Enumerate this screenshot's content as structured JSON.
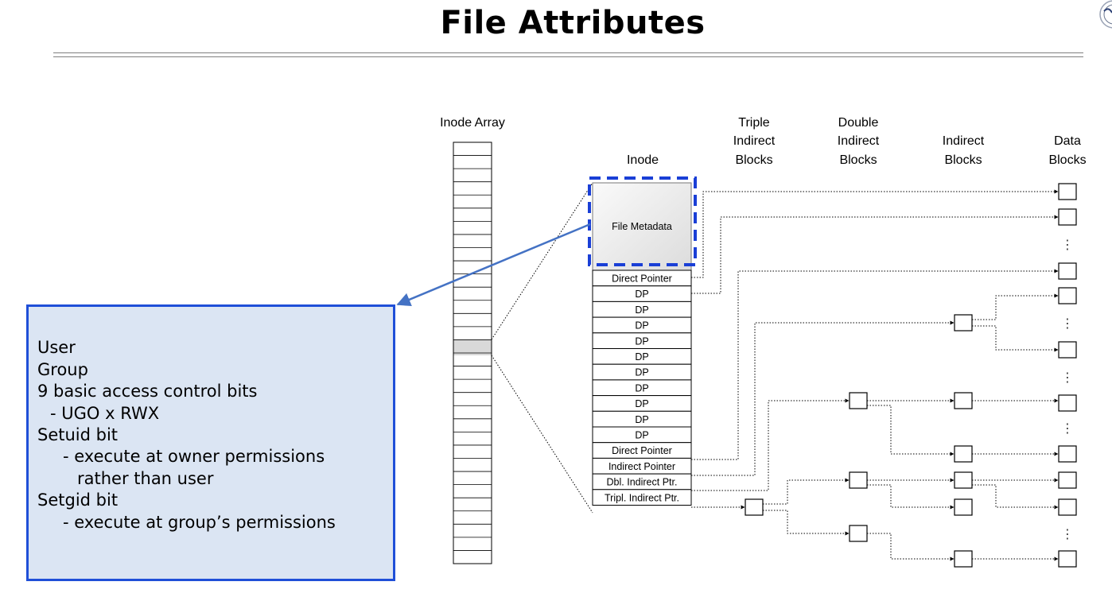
{
  "title": "File Attributes",
  "diagram": {
    "headers": {
      "inode_array": "Inode Array",
      "inode": "Inode",
      "triple": [
        "Triple",
        "Indirect",
        "Blocks"
      ],
      "double": [
        "Double",
        "Indirect",
        "Blocks"
      ],
      "indirect": [
        "Indirect",
        "Blocks"
      ],
      "data": [
        "Data",
        "Blocks"
      ]
    },
    "metadata_label": "File Metadata",
    "pointer_rows": [
      "Direct Pointer",
      "DP",
      "DP",
      "DP",
      "DP",
      "DP",
      "DP",
      "DP",
      "DP",
      "DP",
      "DP",
      "Direct Pointer",
      "Indirect Pointer",
      "Dbl. Indirect Ptr.",
      "Tripl. Indirect Ptr."
    ],
    "ellipsis": "⋮"
  },
  "callout": {
    "lines": [
      "User",
      "Group",
      "9 basic access control bits",
      "- UGO x RWX",
      "Setuid bit",
      "- execute at owner permissions",
      "rather than user",
      "Setgid bit",
      "- execute at group’s permissions"
    ]
  },
  "colors": {
    "callout_border": "#1f4fd8",
    "callout_fill": "#dbe5f3",
    "highlight_dash": "#1a3fd6",
    "arrow": "#4472c4"
  }
}
